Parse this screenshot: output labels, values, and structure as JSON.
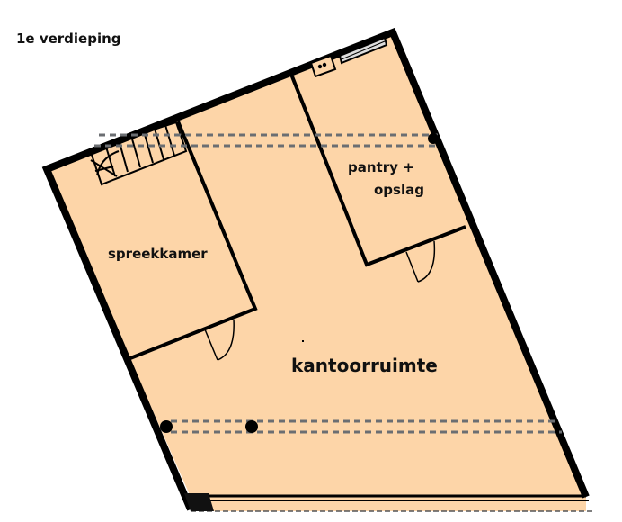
{
  "title": "1e verdieping",
  "rooms": {
    "spreekkamer": "spreekkamer",
    "pantry_line1": "pantry +",
    "pantry_line2": "opslag",
    "kantoorruimte": "kantoorruimte"
  },
  "colors": {
    "floor": "#FDD5A8",
    "wall": "#000000",
    "beam": "#6B6E72"
  }
}
